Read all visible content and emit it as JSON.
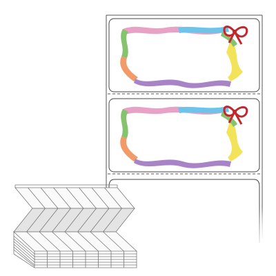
{
  "image": {
    "subject": "fanfold-label-stock-product-illustration",
    "background_color": "#ffffff"
  },
  "label_sheet": {
    "liner_stroke": "#444444",
    "perforation_style": "dashed",
    "labels": [
      {
        "name": "label-1",
        "design": "ribbon-frame",
        "bow_color": "#c0282d",
        "ribbon_colors": [
          "#86c36e",
          "#e8a2c6",
          "#6ec3ea",
          "#f2e35a",
          "#a884c6",
          "#f29a6a"
        ]
      },
      {
        "name": "label-2",
        "design": "ribbon-frame",
        "bow_color": "#c0282d",
        "ribbon_colors": [
          "#86c36e",
          "#e8a2c6",
          "#6ec3ea",
          "#f2e35a",
          "#a884c6",
          "#f29a6a"
        ]
      },
      {
        "name": "label-3",
        "design": "blank-partial"
      }
    ]
  },
  "fanfold_stack": {
    "style": "isometric-line-drawing",
    "top_panel_cells": 8,
    "stroke_color": "#777777",
    "shade_color": "#e4e4e4"
  }
}
